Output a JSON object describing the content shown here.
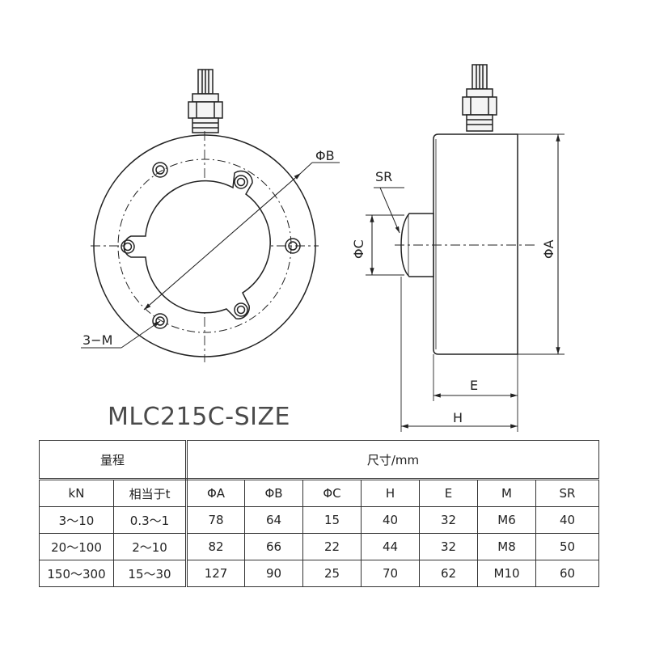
{
  "drawing": {
    "labels": {
      "phi_b": "ΦB",
      "sr": "SR",
      "phi_c": "ΦC",
      "phi_a": "ΦA",
      "three_m": "3−M",
      "e": "E",
      "h": "H"
    }
  },
  "model_title": "MLC215C-SIZE",
  "table": {
    "header": {
      "range_group": "量程",
      "size_group": "尺寸/mm"
    },
    "columns": [
      "kN",
      "相当于t",
      "ΦA",
      "ΦB",
      "ΦC",
      "H",
      "E",
      "M",
      "SR"
    ],
    "rows": [
      [
        "3～10",
        "0.3～1",
        "78",
        "64",
        "15",
        "40",
        "32",
        "M6",
        "40"
      ],
      [
        "20～100",
        "2～10",
        "82",
        "66",
        "22",
        "44",
        "32",
        "M8",
        "50"
      ],
      [
        "150～300",
        "15～30",
        "127",
        "90",
        "25",
        "70",
        "62",
        "M10",
        "60"
      ]
    ]
  }
}
